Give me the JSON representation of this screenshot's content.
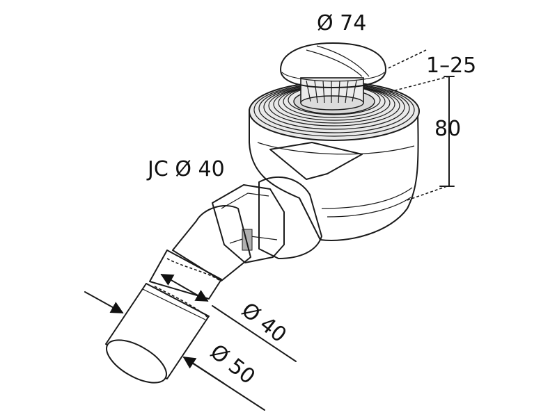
{
  "labels": {
    "top_diameter": "Ø 74",
    "height_adjust": "1–25",
    "total_height": "80",
    "inlet_connection": "JC Ø 40",
    "outlet_inner": "Ø 40",
    "outlet_outer": "Ø 50"
  },
  "colors": {
    "line": "#1a1a1a",
    "shade_light": "#f2f2f2",
    "shade_mid": "#d9d9d9",
    "shade_dark": "#8c8c8c",
    "background": "#ffffff"
  }
}
